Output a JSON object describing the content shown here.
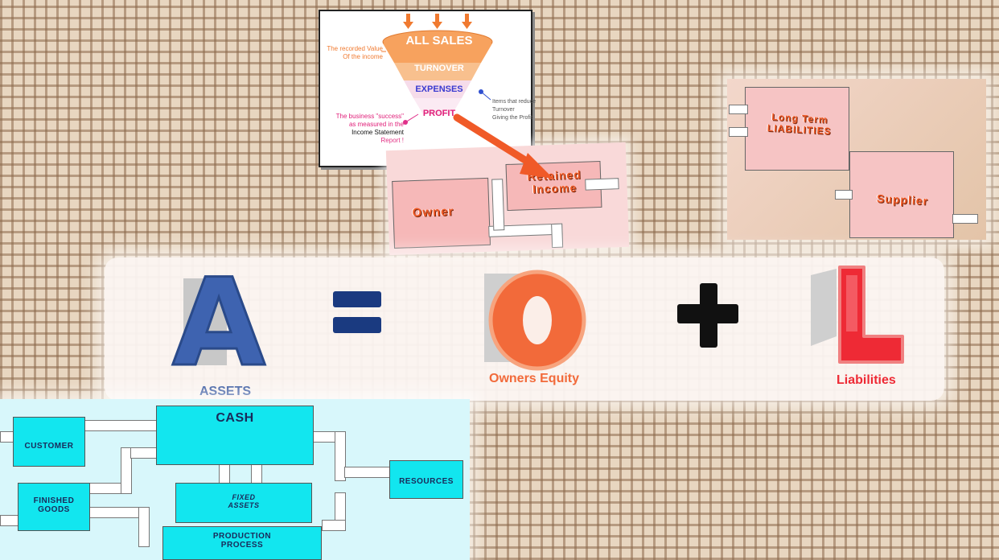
{
  "funnel": {
    "levels": [
      "ALL SALES",
      "TURNOVER",
      "EXPENSES",
      "PROFIT"
    ],
    "left_note": [
      "The recorded Value",
      "Of the income"
    ],
    "right_note": [
      "Items that reduce",
      "Turnover",
      "Giving the Profit"
    ],
    "bottom_note": [
      "The business \"success\"",
      "as measured in the",
      "Income Statement",
      "Report !"
    ]
  },
  "owner_card": {
    "owner": "Owner",
    "retained": [
      "Retained",
      "Income"
    ]
  },
  "liabilities_card": {
    "long_term": [
      "Long Term",
      "LIABILITIES"
    ],
    "supplier": "Supplier"
  },
  "equation": {
    "assets_letter": "A",
    "assets_caption": "ASSETS",
    "equals": "=",
    "owners_letter": "O",
    "owners_caption": "Owners Equity",
    "plus": "+",
    "liab_letter": "L",
    "liab_caption": "Liabilities"
  },
  "cash_card": {
    "cash": "CASH",
    "customer": "CUSTOMER",
    "finished_goods": [
      "FINISHED",
      "GOODS"
    ],
    "fixed_assets": [
      "FIXED",
      "ASSETS"
    ],
    "resources": "RESOURCES",
    "production": [
      "PRODUCTION",
      "PROCESS"
    ]
  },
  "colors": {
    "assets_blue": "#3e63b0",
    "owners_orange": "#f26a3a",
    "liab_red": "#ee2a35",
    "cash_cyan": "#12e6ef",
    "funnel_orange": "#f7a25e"
  }
}
